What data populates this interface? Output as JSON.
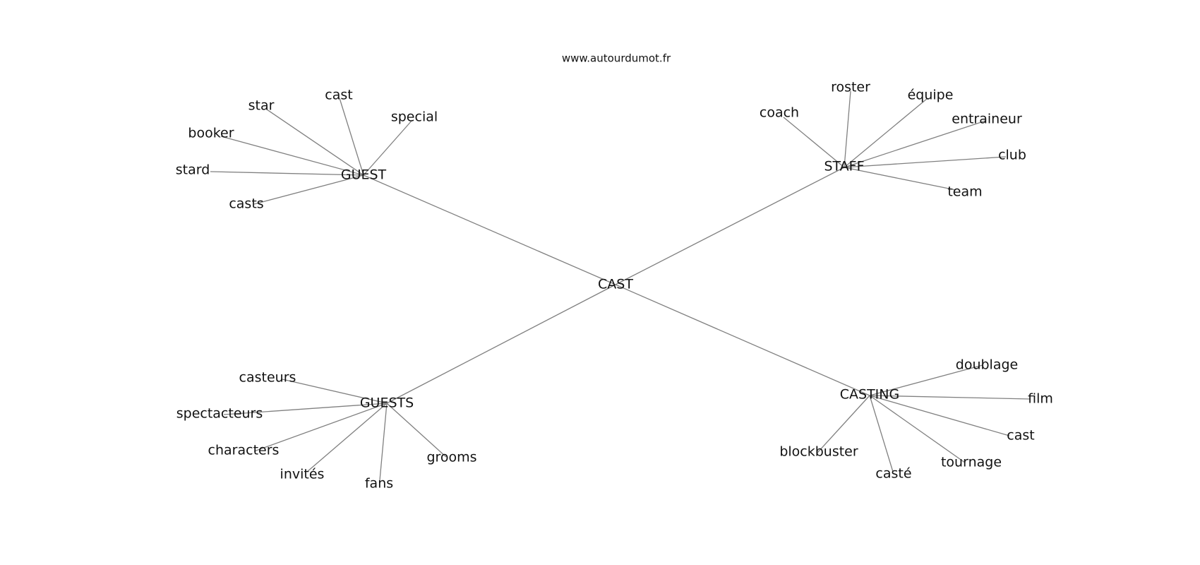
{
  "source": "www.autourdumot.fr",
  "center": "CAST",
  "clusters": [
    {
      "id": "guest",
      "label": "GUEST",
      "neighbors": [
        "star",
        "cast",
        "special",
        "booker",
        "stard",
        "casts"
      ]
    },
    {
      "id": "staff",
      "label": "STAFF",
      "neighbors": [
        "coach",
        "roster",
        "équipe",
        "entraineur",
        "club",
        "team"
      ]
    },
    {
      "id": "guests",
      "label": "GUESTS",
      "neighbors": [
        "casteurs",
        "spectacteurs",
        "characters",
        "invités",
        "fans",
        "grooms"
      ]
    },
    {
      "id": "casting",
      "label": "CASTING",
      "neighbors": [
        "doublage",
        "film",
        "cast",
        "tournage",
        "casté",
        "blockbuster"
      ]
    }
  ]
}
